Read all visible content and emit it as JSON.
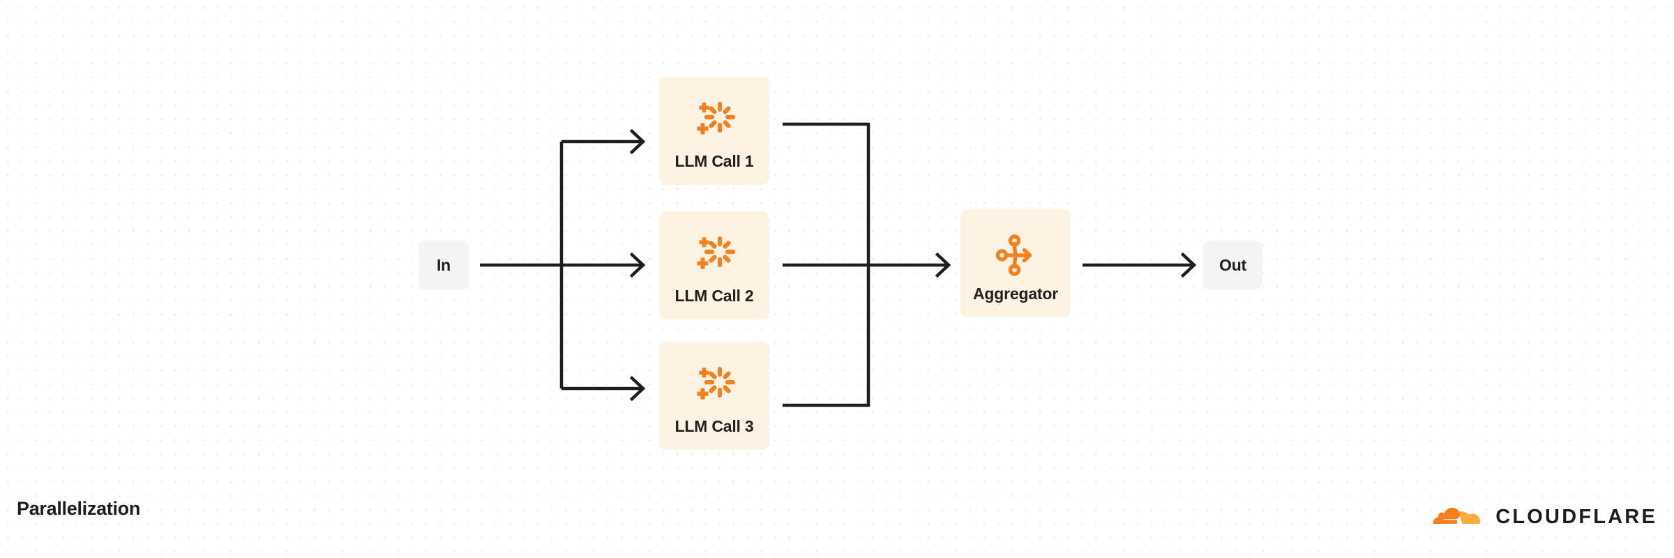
{
  "diagram": {
    "title": "Parallelization",
    "type": "workflow-flowchart",
    "nodes": [
      {
        "id": "in",
        "label": "In",
        "kind": "io",
        "icon": null
      },
      {
        "id": "llm1",
        "label": "LLM Call 1",
        "kind": "card",
        "icon": "ai-sparkle-icon"
      },
      {
        "id": "llm2",
        "label": "LLM Call 2",
        "kind": "card",
        "icon": "ai-sparkle-icon"
      },
      {
        "id": "llm3",
        "label": "LLM Call 3",
        "kind": "card",
        "icon": "ai-sparkle-icon"
      },
      {
        "id": "agg",
        "label": "Aggregator",
        "kind": "card",
        "icon": "aggregator-merge-icon"
      },
      {
        "id": "out",
        "label": "Out",
        "kind": "io",
        "icon": null
      }
    ],
    "edges": [
      {
        "from": "in",
        "to": "llm1"
      },
      {
        "from": "in",
        "to": "llm2"
      },
      {
        "from": "in",
        "to": "llm3"
      },
      {
        "from": "llm1",
        "to": "agg"
      },
      {
        "from": "llm2",
        "to": "agg"
      },
      {
        "from": "llm3",
        "to": "agg"
      },
      {
        "from": "agg",
        "to": "out"
      }
    ]
  },
  "brand": {
    "name": "CLOUDFLARE",
    "logo_icon": "cloudflare-cloud-icon"
  },
  "colors": {
    "card_fill": "#fdf3e4",
    "io_fill": "#f4f4f5",
    "accent_orange": "#f48120",
    "accent_orange_light": "#faad3f",
    "line": "#1e1e1e",
    "text": "#1d1d1d",
    "grid_dot": "#e9e9e9",
    "background": "#ffffff"
  }
}
